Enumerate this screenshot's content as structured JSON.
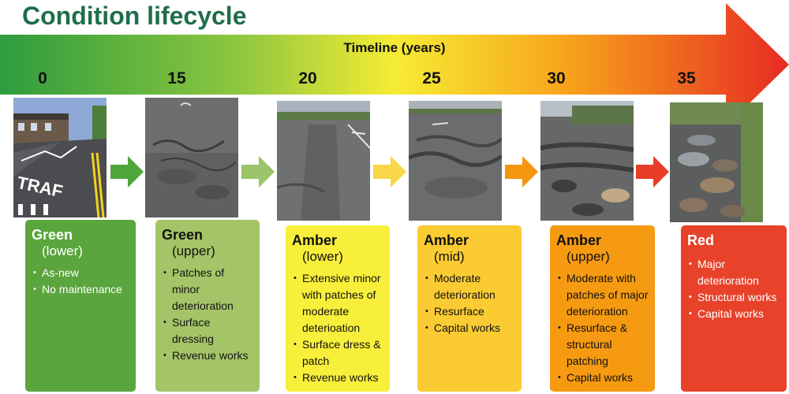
{
  "title": "Condition lifecycle",
  "timeline_label": "Timeline (years)",
  "stages": [
    {
      "year": "0",
      "title": "Green",
      "subtitle": "(lower)",
      "bullets": [
        "As-new",
        "No maintenance"
      ],
      "card_color": "#5aa53d",
      "text_color": "#ffffff"
    },
    {
      "year": "15",
      "title": "Green",
      "subtitle": "(upper)",
      "bullets": [
        "Patches of minor deterioration",
        "Surface dressing",
        "Revenue works"
      ],
      "card_color": "#a4c567",
      "text_color": "#111111"
    },
    {
      "year": "20",
      "title": "Amber",
      "subtitle": "(lower)",
      "bullets": [
        "Extensive minor with patches of moderate deterioation",
        "Surface dress & patch",
        "Revenue works"
      ],
      "card_color": "#f8ef3a",
      "text_color": "#111111"
    },
    {
      "year": "25",
      "title": "Amber",
      "subtitle": "(mid)",
      "bullets": [
        "Moderate deterioration",
        "Resurface",
        "Capital works"
      ],
      "card_color": "#fbcb33",
      "text_color": "#111111"
    },
    {
      "year": "30",
      "title": "Amber",
      "subtitle": "(upper)",
      "bullets": [
        "Moderate with patches of major deterioration",
        "Resurface & structural patching",
        "Capital works"
      ],
      "card_color": "#f69a12",
      "text_color": "#111111"
    },
    {
      "year": "35",
      "title": "Red",
      "subtitle": "",
      "bullets": [
        "Major deterioration",
        "Structural works",
        "Capital works"
      ],
      "card_color": "#e8422b",
      "text_color": "#ffffff"
    }
  ],
  "arrow_colors": [
    "#4ea53a",
    "#9cc46a",
    "#f8d84a",
    "#f5960f",
    "#e83d28"
  ],
  "colors": {
    "title": "#1f6e4b",
    "banner_start": "#2e9c3e",
    "banner_mid": "#f6ec34",
    "banner_end": "#e62a22"
  }
}
